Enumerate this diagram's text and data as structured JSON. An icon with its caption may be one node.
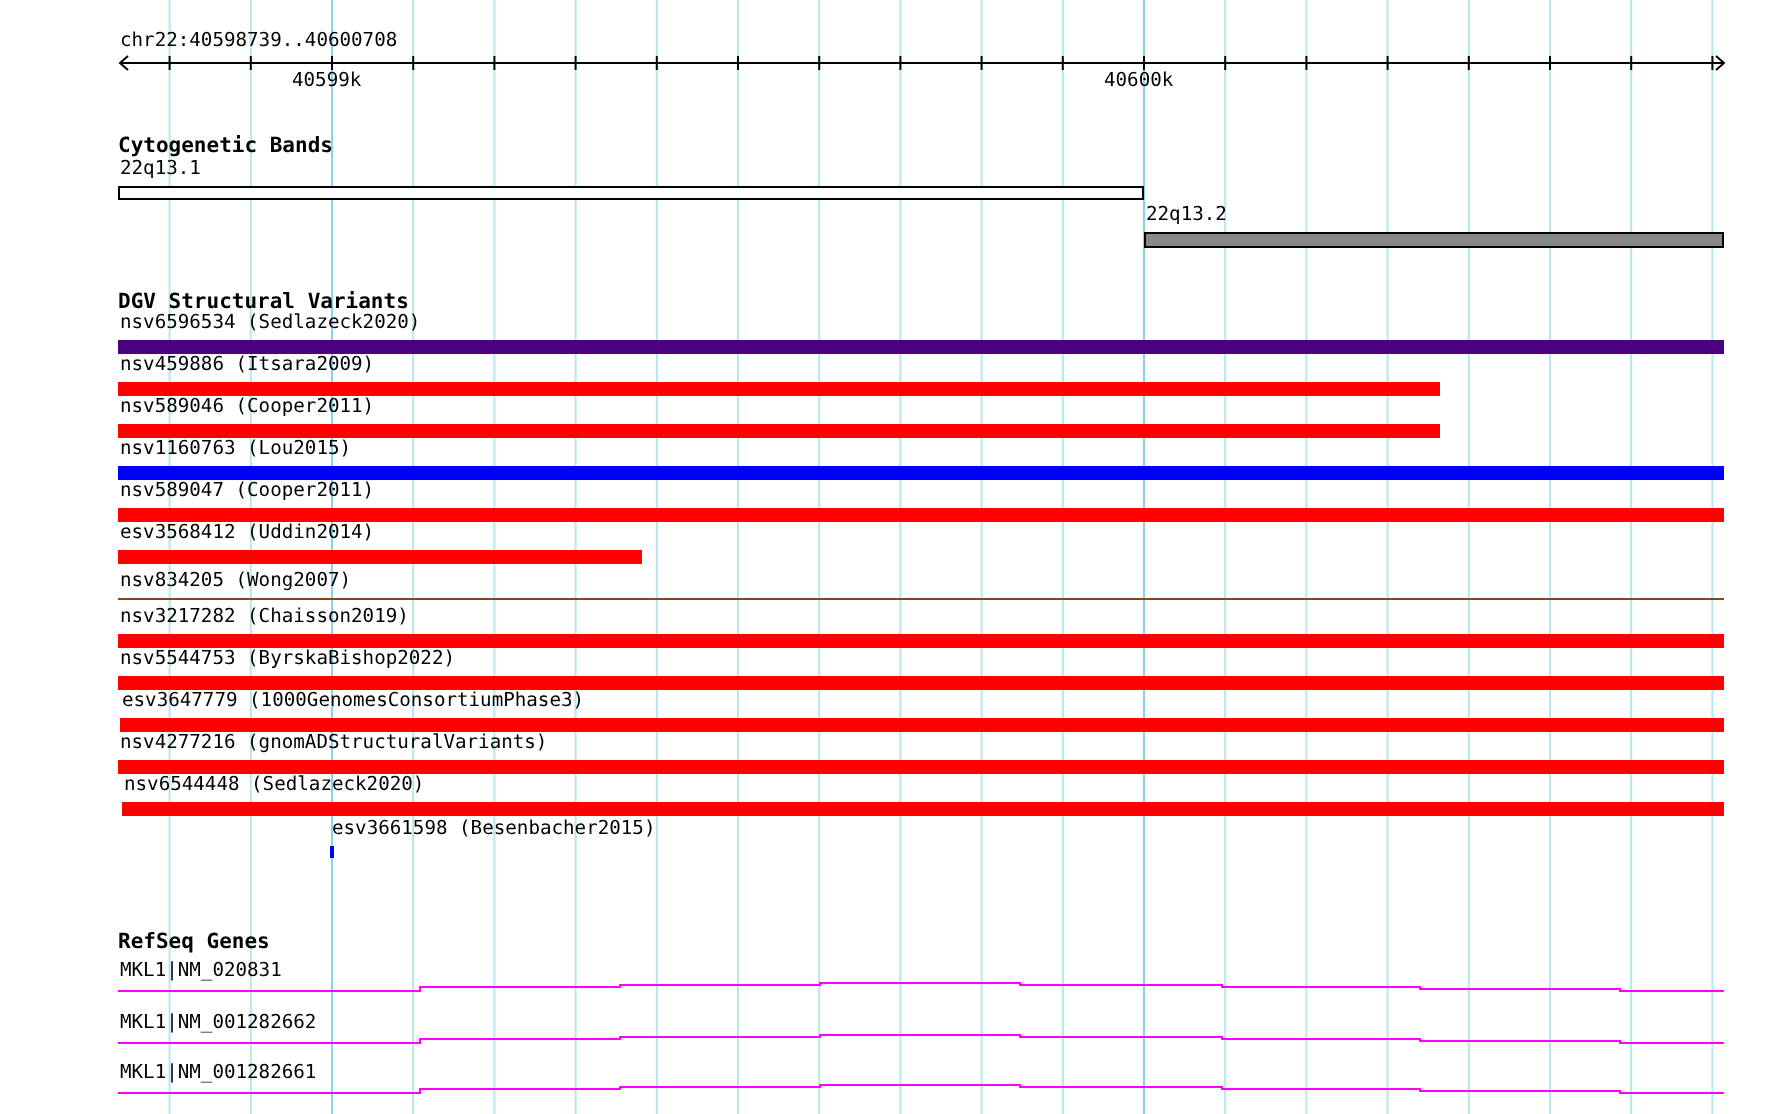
{
  "diagram": {
    "nodes": [
      {
        "text": [
          "22q13.1"
        ]
      },
      {
        "text": [
          "22q13.2"
        ]
      },
      {
        "text": [
          "nsv6596534 (Sedlazeck2020)"
        ]
      },
      {
        "text": [
          "nsv459886 (Itsara2009)"
        ]
      },
      {
        "text": [
          "nsv589046 (Cooper2011)"
        ]
      },
      {
        "text": [
          "nsv1160763 (Lou2015)"
        ]
      },
      {
        "text": [
          "nsv589047 (Cooper2011)"
        ]
      },
      {
        "text": [
          "esv3568412 (Uddin2014)"
        ]
      },
      {
        "text": [
          "nsv834205 (Wong2007)"
        ]
      },
      {
        "text": [
          "nsv3217282 (Chaisson2019)"
        ]
      },
      {
        "text": [
          "nsv5544753 (ByrskaBishop2022)"
        ]
      },
      {
        "text": [
          "esv3647779 (1000GenomesConsortiumPhase3)"
        ]
      },
      {
        "text": [
          "nsv4277216 (gnomADStructuralVariants)"
        ]
      },
      {
        "text": [
          "nsv6544448 (Sedlazeck2020)"
        ]
      },
      {
        "text": [
          "esv3661598 (Besenbacher2015)"
        ]
      },
      {
        "text": [
          "MKL1|NM_020831"
        ]
      },
      {
        "text": [
          "MKL1|NM_001282662"
        ]
      },
      {
        "text": [
          "MKL1|NM_001282661"
        ]
      }
    ],
    "labels": [
      "chr22:40598739..40600708",
      "40599k",
      "40600k",
      "Cytogenetic Bands",
      "DGV Structural Variants",
      "RefSeq Genes"
    ]
  }
}
